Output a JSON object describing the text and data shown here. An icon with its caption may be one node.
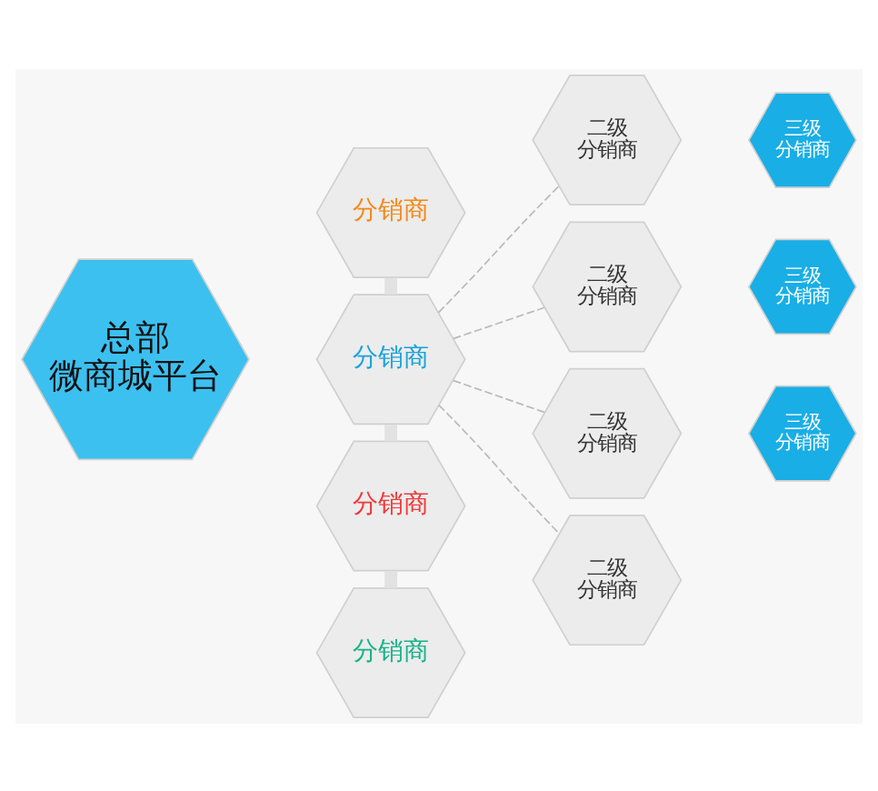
{
  "diagram": {
    "nodes": [
      {
        "text": [
          "总部",
          "微商城平台"
        ]
      },
      {
        "text": [
          "分销商"
        ]
      },
      {
        "text": [
          "分销商"
        ]
      },
      {
        "text": [
          "分销商"
        ]
      },
      {
        "text": [
          "分销商"
        ]
      },
      {
        "text": [
          "二级",
          "分销商"
        ]
      },
      {
        "text": [
          "三级",
          "分销商"
        ]
      },
      {
        "text": [
          "二级",
          "分销商"
        ]
      },
      {
        "text": [
          "三级",
          "分销商"
        ]
      },
      {
        "text": [
          "二级",
          "分销商"
        ]
      },
      {
        "text": [
          "三级",
          "分销商"
        ]
      },
      {
        "text": [
          "二级",
          "分销商"
        ]
      }
    ],
    "edges": [
      {
        "from": 1,
        "to": 2,
        "arrow": "none",
        "style": "thick",
        "color": "#e2e2e2"
      },
      {
        "from": 2,
        "to": 3,
        "arrow": "none",
        "style": "thick",
        "color": "#e2e2e2"
      },
      {
        "from": 3,
        "to": 4,
        "arrow": "none",
        "style": "thick",
        "color": "#e2e2e2"
      },
      {
        "from": 2,
        "to": 5,
        "arrow": "none",
        "style": "dashed"
      },
      {
        "from": 2,
        "to": 7,
        "arrow": "none",
        "style": "dashed"
      },
      {
        "from": 2,
        "to": 9,
        "arrow": "none",
        "style": "dashed"
      },
      {
        "from": 2,
        "to": 11,
        "arrow": "none",
        "style": "dashed"
      }
    ]
  }
}
